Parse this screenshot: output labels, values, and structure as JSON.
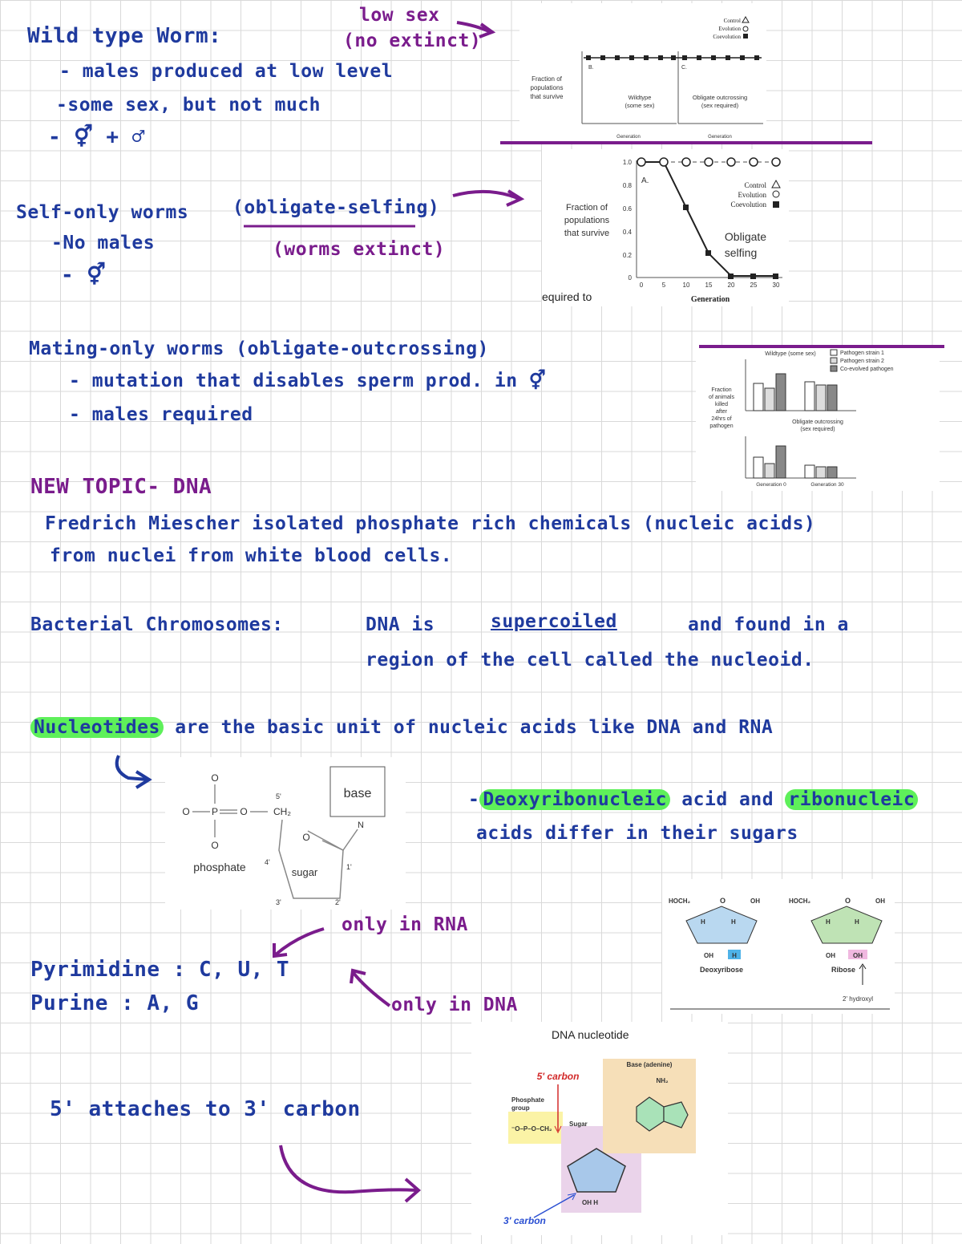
{
  "notes": {
    "wildtype": {
      "heading": "Wild type Worm:",
      "bullets": [
        "- males produced at low level",
        "-some sex, but not much",
        "- ⚥ + ♂"
      ],
      "annotation": [
        "low sex",
        "(no extinct)"
      ]
    },
    "self_only": {
      "heading": "Self-only worms",
      "term": "(obligate-selfing)",
      "bullets": [
        "-No males",
        "- ⚥"
      ],
      "annotation": "(worms extinct)"
    },
    "mating_only": {
      "heading": "Mating-only worms (obligate-outcrossing)",
      "bullets": [
        "- mutation that disables sperm prod. in ⚥",
        "- males required"
      ]
    },
    "dna_topic": {
      "heading": "NEW TOPIC- DNA",
      "line1": "Fredrich Miescher isolated phosphate rich chemicals (nucleic acids)",
      "line2": "from nuclei from white blood cells."
    },
    "bacterial": {
      "label": "Bacterial Chromosomes:",
      "text1": "DNA is",
      "term": "supercoiled",
      "text2": "and found in a",
      "line2": "region of the cell called the nucleoid."
    },
    "nucleotides": {
      "term": "Nucleotides",
      "rest": "are the basic unit of nucleic acids like DNA and RNA"
    },
    "sugars": {
      "prefix": "-",
      "term1": "Deoxyribonucleic",
      "mid": "acid and",
      "term2": "ribonucleic",
      "line2": "acids differ in their sugars"
    },
    "bases": {
      "pyrimidine": "Pyrimidine : C, U, T",
      "purine": "Purine : A, G",
      "only_rna": "only in RNA",
      "only_dna": "only in DNA"
    },
    "linkage": "5' attaches to 3' carbon"
  },
  "figures": {
    "fig1": {
      "legend": [
        "Control",
        "Evolution",
        "Coevolution"
      ],
      "ylabel": "Fraction of populations that survive",
      "panel_b_label": "B.",
      "panel_c_label": "C.",
      "panel_b_caption": "Wildtype (some sex)",
      "panel_c_caption": "Obligate outcrossing (sex required)",
      "xlabel": "Generation"
    },
    "fig2": {
      "panel_label": "A.",
      "legend": [
        "Control",
        "Evolution",
        "Coevolution"
      ],
      "ylabel": "Fraction of populations that survive",
      "caption": "Obligate selfing",
      "xlabel": "Generation",
      "yticks": [
        "1.0",
        "0.8",
        "0.6",
        "0.4",
        "0.2",
        "0"
      ],
      "xticks": [
        "0",
        "5",
        "10",
        "15",
        "20",
        "25",
        "30"
      ],
      "fragment": "equired to"
    },
    "fig3": {
      "top_label": "Wildtype (some sex)",
      "legend": [
        "Pathogen strain 1",
        "Pathogen strain 2",
        "Co-evolved pathogen"
      ],
      "ylabel": "Fraction of animals killed after 24hrs of pathogen",
      "bottom_label": "Obligate outcrossing (sex required)",
      "xlabels": [
        "Generation 0",
        "Generation 30"
      ]
    },
    "nucleotide_diagram": {
      "phosphate": "phosphate",
      "sugar": "sugar",
      "base": "base",
      "ch2": "CH₂",
      "o": "O",
      "n": "N",
      "carbons": [
        "5'",
        "4'",
        "3'",
        "2'",
        "1'"
      ]
    },
    "sugars_diagram": {
      "deoxyribose": "Deoxyribose",
      "ribose": "Ribose",
      "hydroxyl": "2' hydroxyl",
      "hoch2": "HOCH₂",
      "oh": "OH",
      "h": "H",
      "deoxy_fill": "#b9d8f0",
      "ribose_fill": "#bfe3b5"
    },
    "dna_nucleotide": {
      "title": "DNA nucleotide",
      "five_carbon": "5' carbon",
      "three_carbon": "3' carbon",
      "phosphate_group": "Phosphate group",
      "sugar": "Sugar",
      "base": "Base (adenine)",
      "nh2": "NH₂",
      "phosphate_fill": "#fbf3a6",
      "sugar_fill": "#ead3ea",
      "base_fill": "#f6dfb8",
      "ring_fill": "#a8c8ea",
      "purine_fill": "#a9e2b8"
    }
  },
  "colors": {
    "blue_ink": "#1f3a9e",
    "purple_ink": "#7a1c8c",
    "highlight": "#5ef05a",
    "red": "#d22a2a"
  }
}
